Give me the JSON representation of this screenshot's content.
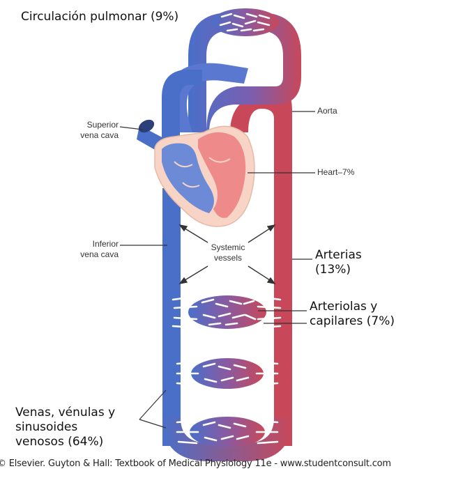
{
  "labels": {
    "pulmonary": "Circulación pulmonar (9%)",
    "superior_vena_cava": [
      "Superior",
      "vena cava"
    ],
    "aorta": "Aorta",
    "heart": "Heart–7%",
    "inferior_vena_cava": [
      "Inferior",
      "vena cava"
    ],
    "systemic_vessels": [
      "Systemic",
      "vessels"
    ],
    "arteries": [
      "Arterias",
      "(13%)"
    ],
    "arterioles_capillaries": [
      "Arteriolas y",
      "capilares (7%)"
    ],
    "veins": [
      "Venas, vénulas y",
      "sinusoides",
      "venosos (64%)"
    ]
  },
  "credit": "© Elsevier. Guyton & Hall: Textbook of Medical Physiology 11e - www.studentconsult.com",
  "colors": {
    "venous": "#4a6fc9",
    "arterial": "#c8485a",
    "heart_wall": "#f7d4c6",
    "heart_left": "#ef8a8a",
    "heart_right": "#6c8ad6"
  }
}
